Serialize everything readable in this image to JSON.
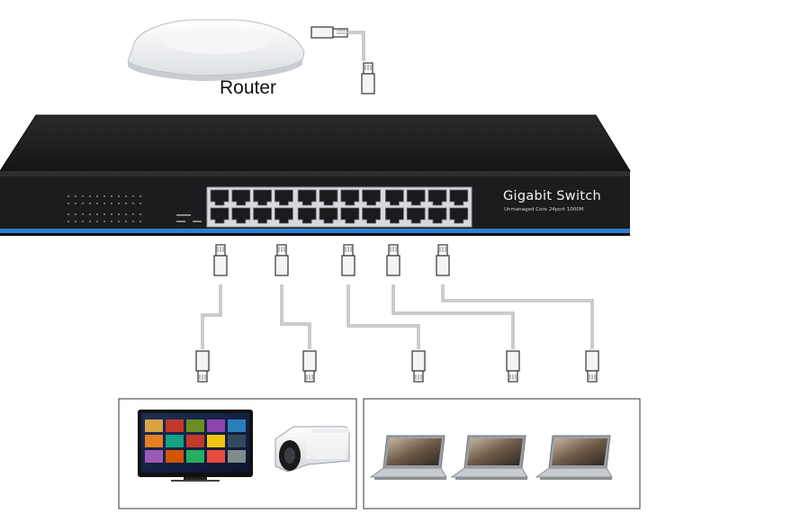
{
  "router": {
    "label": "Router"
  },
  "switch": {
    "brand": "Gigabit Switch",
    "subtitle": "Unmanaged Core 24port 1000M"
  },
  "device_groups": [
    {
      "name": "media-devices",
      "items": [
        "smart-tv",
        "ip-camera"
      ]
    },
    {
      "name": "computers",
      "items": [
        "laptop",
        "laptop",
        "laptop"
      ]
    }
  ],
  "colors": {
    "switch_body": "#1d1d1f",
    "accent": "#2f7fd0",
    "cable": "#9a9a9a"
  }
}
